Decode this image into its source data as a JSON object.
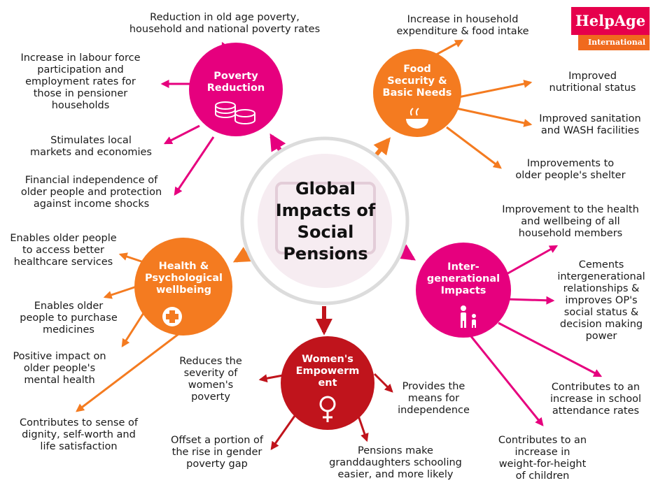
{
  "logo": {
    "line1": "HelpAge",
    "line2": "International"
  },
  "center": {
    "title": "Global\nImpacts of\nSocial\nPensions"
  },
  "colors": {
    "pink": "#e6007e",
    "orange": "#f47b20",
    "darkred": "#c0141c",
    "gray": "#dcdcdc"
  },
  "hubs": {
    "poverty": {
      "label": "Poverty\nReduction",
      "icon": "coins-icon"
    },
    "food": {
      "label": "Food\nSecurity &\nBasic Needs",
      "icon": "bowl-icon"
    },
    "health": {
      "label": "Health &\nPsychological\nwellbeing",
      "icon": "medical-cross-icon"
    },
    "inter": {
      "label": "Inter-\ngenerational\nImpacts",
      "icon": "family-icon"
    },
    "women": {
      "label": "Women's\nEmpowerm\nent",
      "icon": "female-symbol-icon"
    }
  },
  "outcomes": {
    "poverty": [
      "Reduction in old age poverty,\nhousehold and national poverty rates",
      "Increase in labour force\nparticipation and\nemployment rates for\nthose in pensioner\nhouseholds",
      "Stimulates local\nmarkets and economies",
      "Financial independence of\nolder people and protection\nagainst income shocks"
    ],
    "food": [
      "Increase in household\nexpenditure & food intake",
      "Improved\nnutritional status",
      "Improved sanitation\nand WASH facilities",
      "Improvements to\nolder people's shelter"
    ],
    "health": [
      "Enables older people\nto access better\nhealthcare services",
      "Enables older\npeople to purchase\nmedicines",
      "Positive impact on\nolder people's\nmental health",
      "Contributes to sense of\ndignity, self-worth and\nlife satisfaction"
    ],
    "inter": [
      "Improvement to the health\nand wellbeing of all\nhousehold members",
      "Cements\nintergenerational\nrelationships &\nimproves OP's\nsocial status &\ndecision making\npower",
      "Contributes to an\nincrease in school\nattendance rates",
      "Contributes to an\nincrease in\nweight-for-height\nof children"
    ],
    "women": [
      "Reduces the\nseverity of\nwomen's\npoverty",
      "Provides the\nmeans for\nindependence",
      "Offset a portion of\nthe rise in gender\npoverty gap",
      "Pensions make\ngranddaughters schooling\neasier, and more likely"
    ]
  }
}
